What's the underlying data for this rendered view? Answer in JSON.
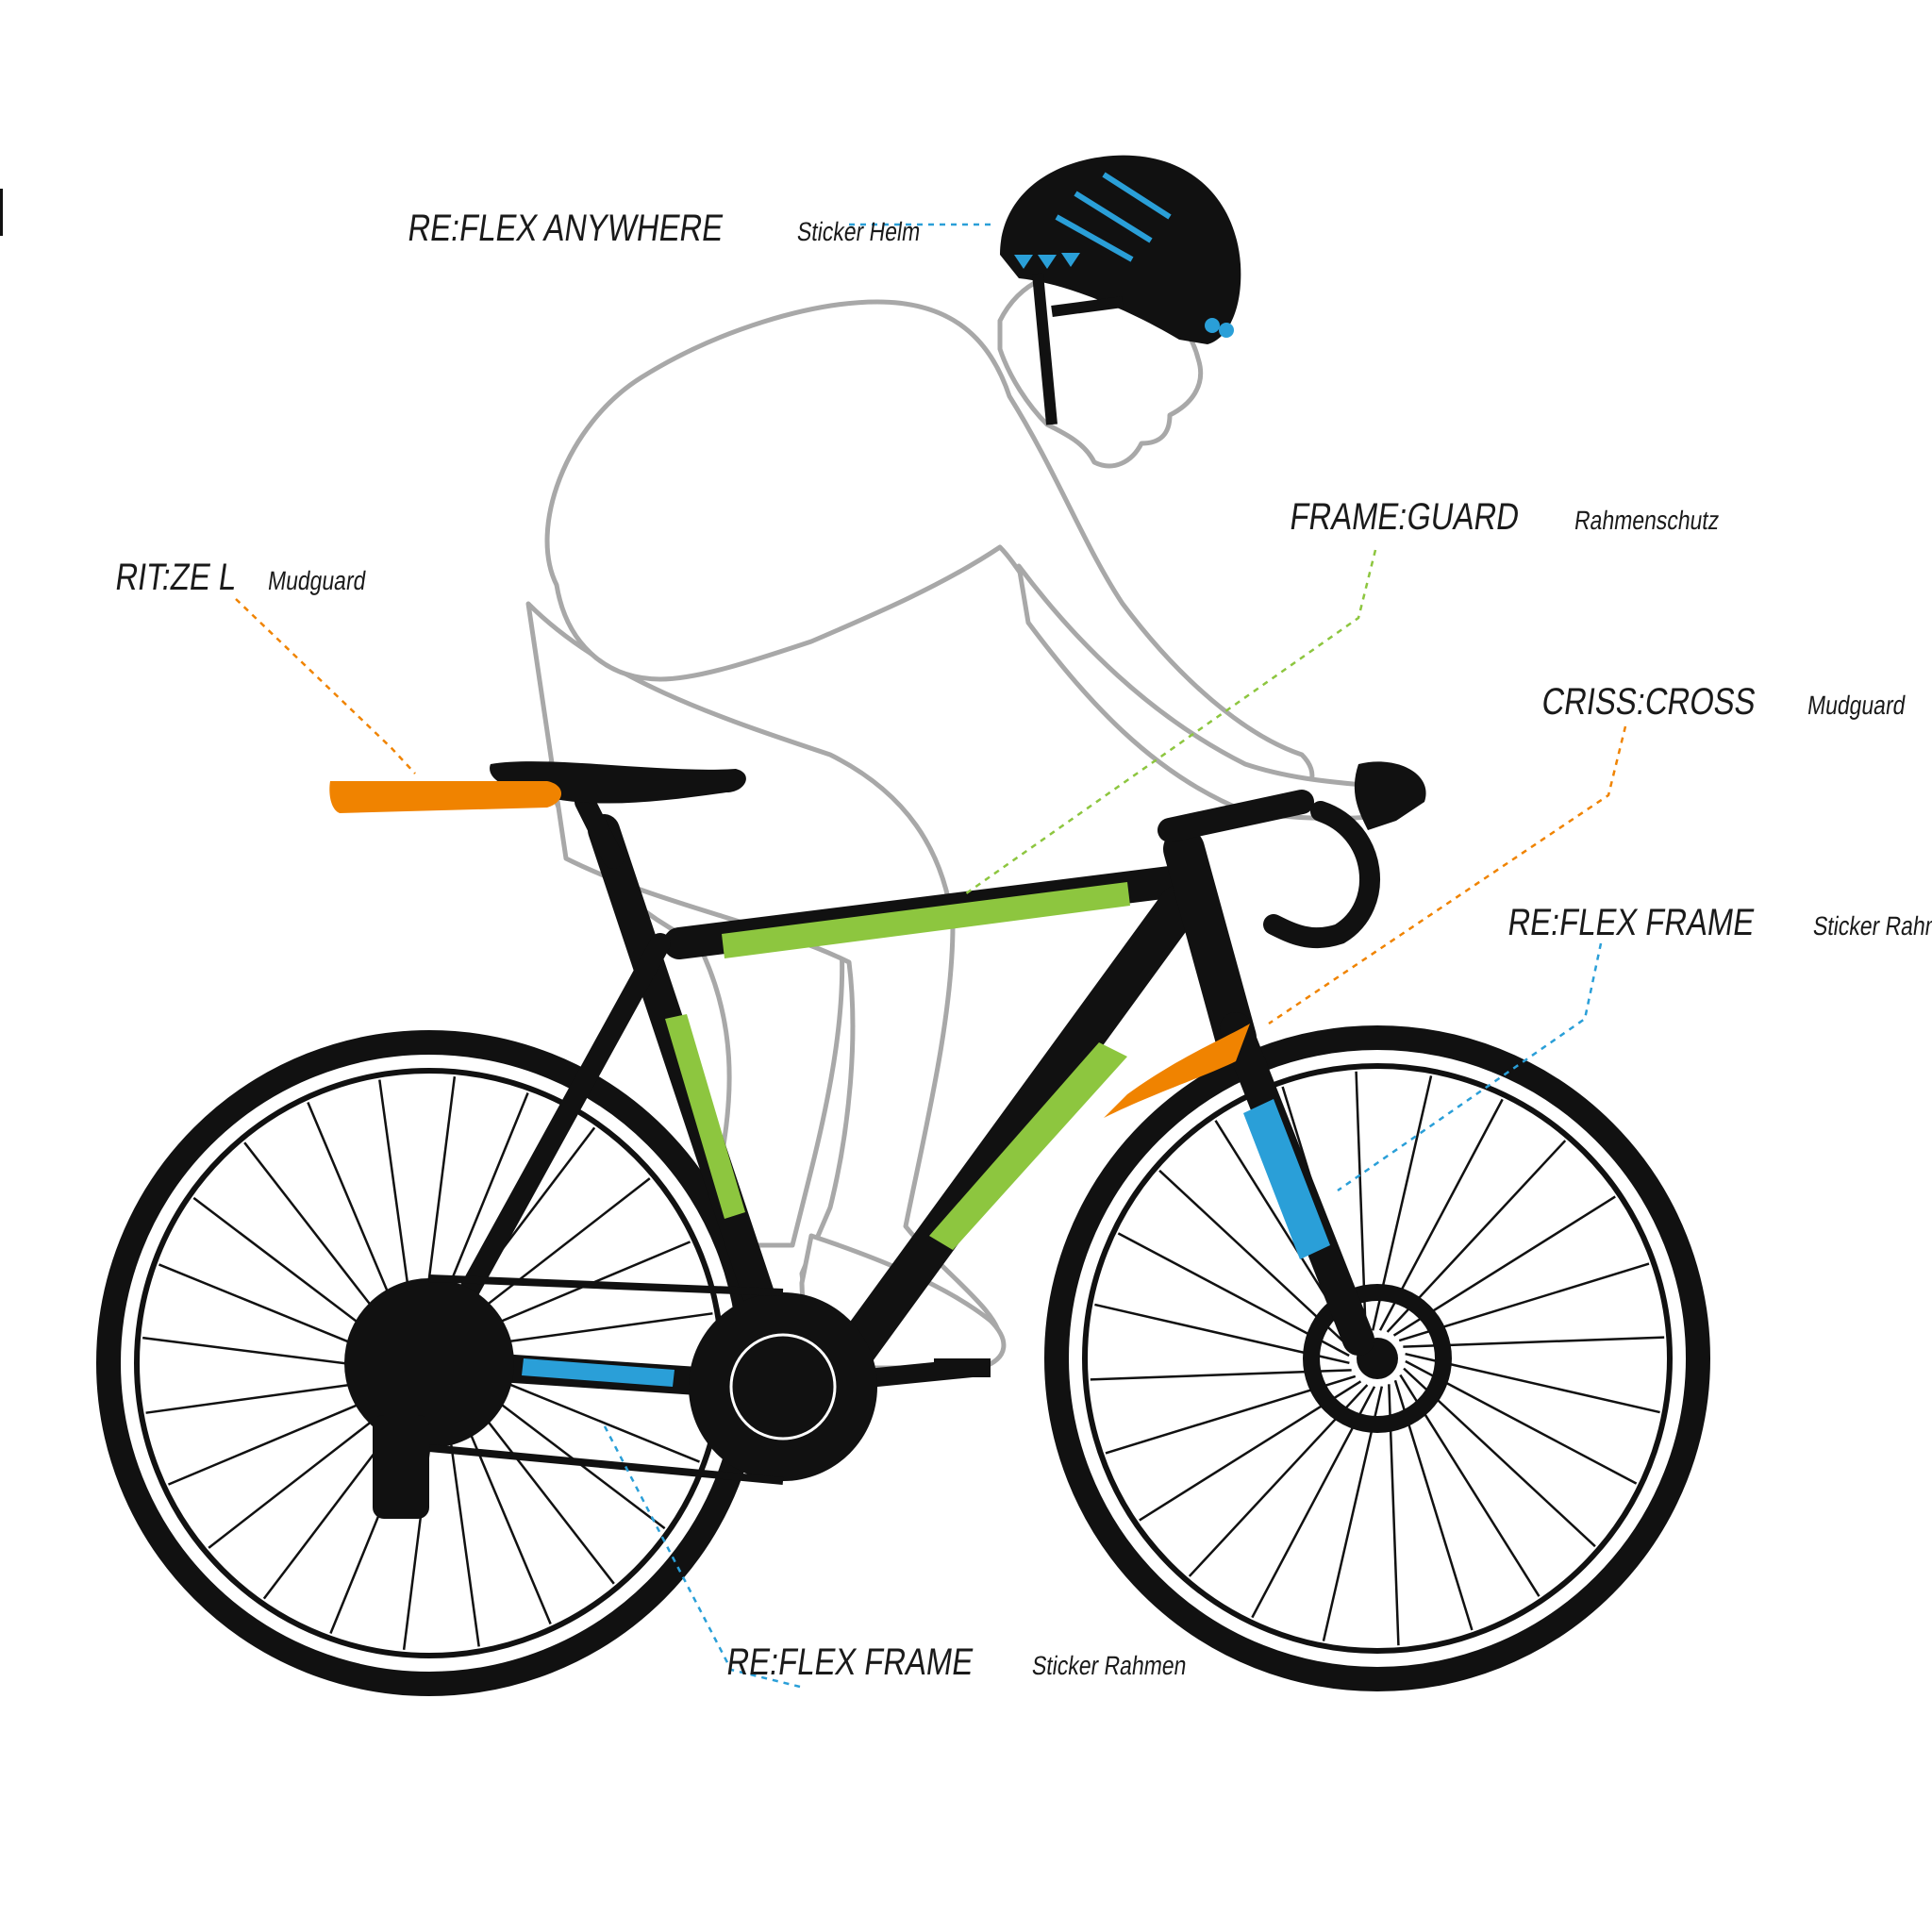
{
  "callouts": {
    "helmet": {
      "name": "RE:FLEX ANYWHERE",
      "desc": "Sticker Helm"
    },
    "frame_guard": {
      "name": "FRAME:GUARD",
      "desc": "Rahmenschutz"
    },
    "ritze": {
      "name": "RIT:ZE L",
      "desc": "Mudguard"
    },
    "criss_cross": {
      "name": "CRISS:CROSS",
      "desc": "Mudguard"
    },
    "reflex_frame_front": {
      "name": "RE:FLEX FRAME",
      "desc": "Sticker Rahmen"
    },
    "reflex_frame_rear": {
      "name": "RE:FLEX FRAME",
      "desc": "Sticker Rahmen"
    }
  },
  "colors": {
    "blue": "#2a9fd8",
    "green": "#8dc63f",
    "orange": "#f08300",
    "frame": "#111111",
    "rider_outline": "#a8a8a8"
  },
  "icons": {
    "bicycle": "road-bike-illustration",
    "rider": "cyclist-outline"
  }
}
